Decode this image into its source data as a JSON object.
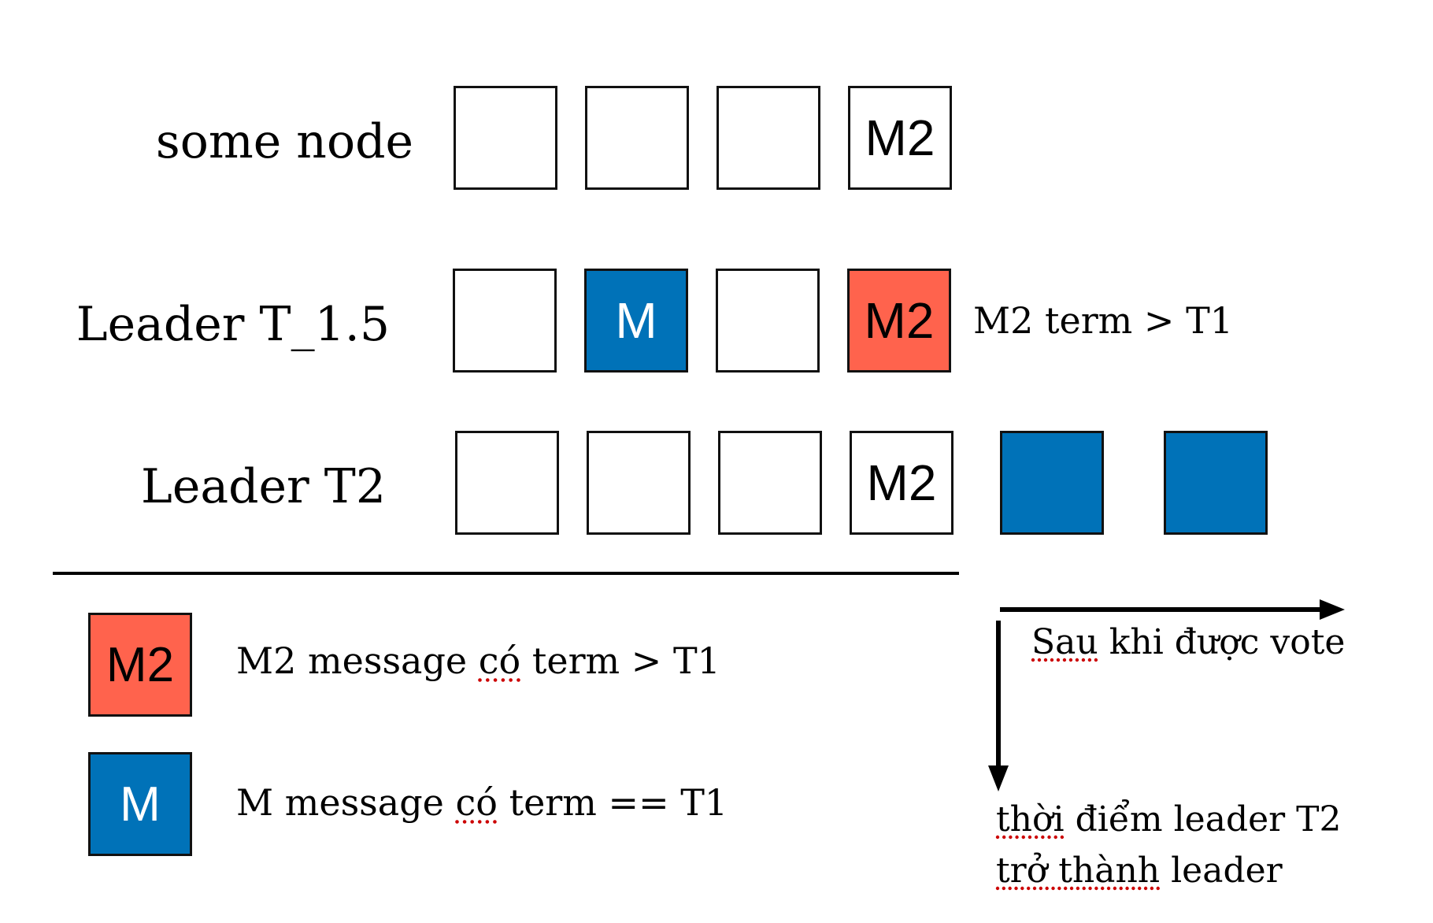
{
  "colors": {
    "blue": "#0072B8",
    "red": "#FF634D",
    "empty": "#ffffff"
  },
  "rows": [
    {
      "label": "some node",
      "cells": [
        {
          "text": "",
          "fill": "empty"
        },
        {
          "text": "",
          "fill": "empty"
        },
        {
          "text": "",
          "fill": "empty"
        },
        {
          "text": "M2",
          "fill": "empty"
        }
      ]
    },
    {
      "label": "Leader T_1.5",
      "cells": [
        {
          "text": "",
          "fill": "empty"
        },
        {
          "text": "M",
          "fill": "blue"
        },
        {
          "text": "",
          "fill": "empty"
        },
        {
          "text": "M2",
          "fill": "red"
        }
      ],
      "note": "M2 term > T1"
    },
    {
      "label": "Leader T2",
      "cells": [
        {
          "text": "",
          "fill": "empty"
        },
        {
          "text": "",
          "fill": "empty"
        },
        {
          "text": "",
          "fill": "empty"
        },
        {
          "text": "M2",
          "fill": "empty"
        },
        {
          "text": "",
          "fill": "blue"
        },
        {
          "text": "",
          "fill": "blue"
        }
      ]
    }
  ],
  "legend": [
    {
      "box": "M2",
      "fill": "red",
      "desc_before": "M2 message ",
      "desc_u": "có",
      "desc_after": " term > T1"
    },
    {
      "box": "M",
      "fill": "blue",
      "desc_before": "M message ",
      "desc_u": "có",
      "desc_after": " term == T1"
    }
  ],
  "arrows": {
    "horizontal_label_u": "Sau",
    "horizontal_label_rest": " khi được vote",
    "vertical_label_line1_u": "thời",
    "vertical_label_line1_rest": " điểm leader T2",
    "vertical_label_line2_u": "trở thành",
    "vertical_label_line2_rest": " leader"
  }
}
